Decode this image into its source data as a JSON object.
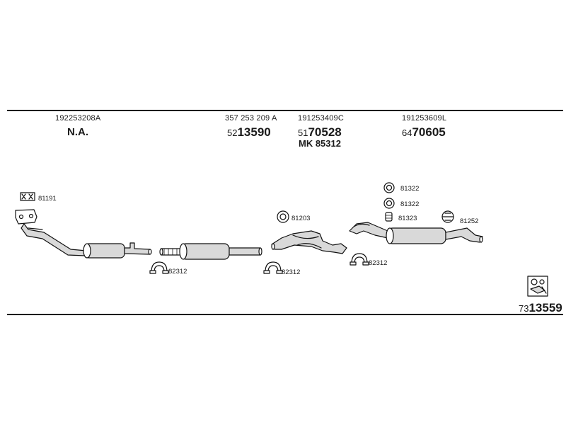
{
  "sections": [
    {
      "oe_number": "192253208A",
      "part_number": "N.A."
    },
    {
      "oe_number": "357 253 209 A",
      "part_prefix": "52",
      "part_main": "13590"
    },
    {
      "oe_number": "191253409C",
      "part_prefix": "51",
      "part_main": "70528",
      "extra_number": "MK  85312"
    },
    {
      "oe_number": "191253609L",
      "part_prefix": "64",
      "part_main": "70605"
    }
  ],
  "component_labels": {
    "gasket": "81191",
    "clamp_1": "82312",
    "clamp_2": "82312",
    "clamp_3": "82312",
    "ring_mid": "81203",
    "ring_top_1": "81322",
    "ring_top_2": "81322",
    "rubber_bush": "81323",
    "rubber_mount": "81252"
  },
  "kit": {
    "prefix": "73",
    "main": "13559",
    "icon": "kit-pictogram-icon"
  },
  "colors": {
    "line": "#111111",
    "part_fill": "#d9d9d9",
    "background": "#ffffff"
  }
}
